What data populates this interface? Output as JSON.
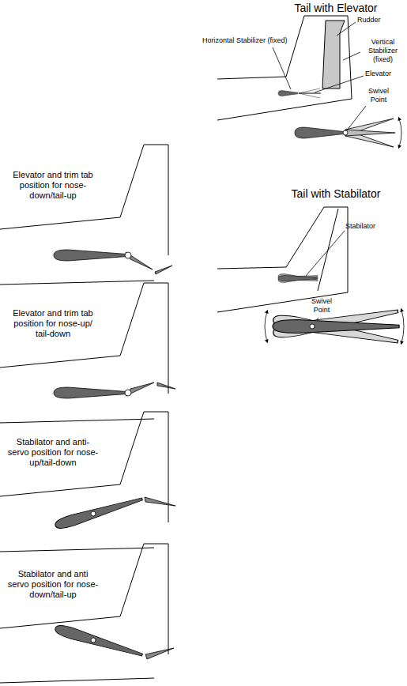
{
  "diagram": {
    "labels": [
      "Tail with Elevator",
      "Horizontal Stabilizer (fixed)",
      "Rudder",
      "Vertical Stabilizer (fixed)",
      "Elevator",
      "Swivel Point",
      "Tail with Stabilator",
      "Stabilator",
      "Swivel Point",
      "Elevator and trim tab position for nose-down/tail-up",
      "Elevator and trim tab position for nose-up/ tail-down",
      "Stabilator and anti-servo position for nose-up/tail-down",
      "Stabilator and anti servo position for nose-down/tail-up"
    ]
  }
}
